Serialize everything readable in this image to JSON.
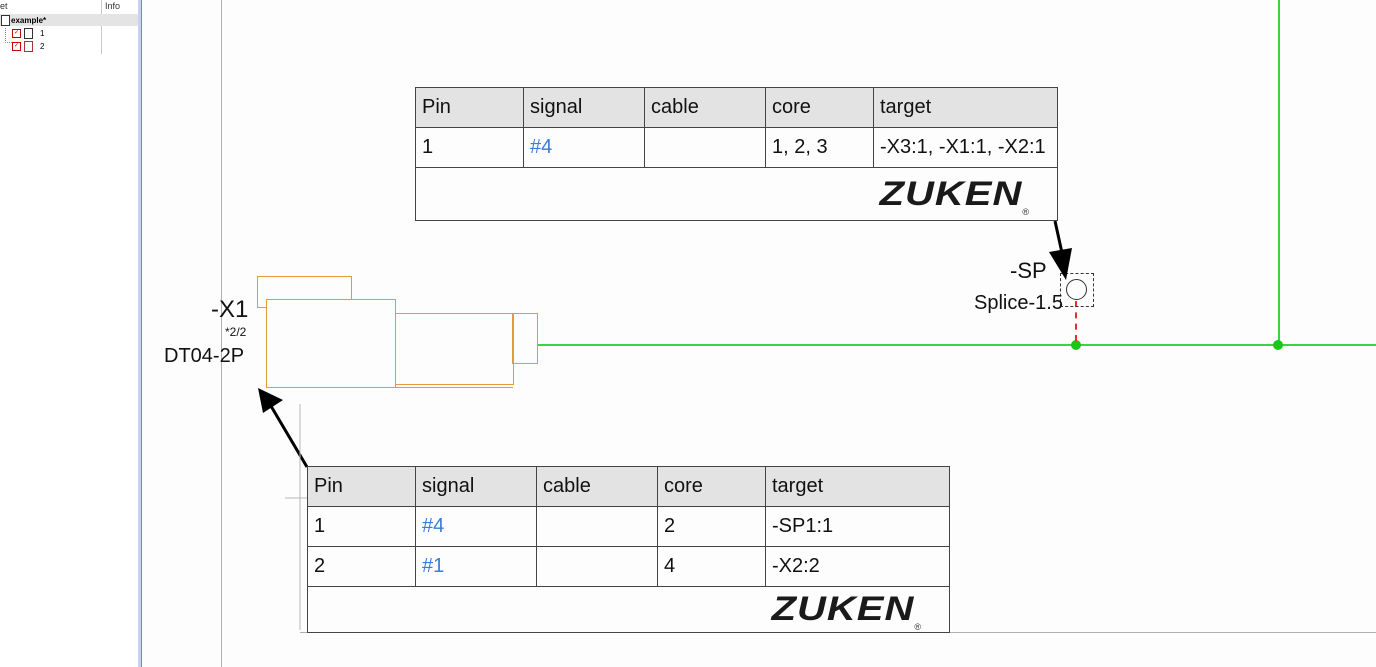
{
  "tree": {
    "col_headers": [
      "et",
      "Info colu"
    ],
    "root_label": "example*",
    "items": [
      {
        "label": "1"
      },
      {
        "label": "2"
      }
    ]
  },
  "connector_x1": {
    "name": "-X1",
    "sheet_ref": "*2/2",
    "part": "DT04-2P"
  },
  "splice": {
    "name": "-SP",
    "part": "Splice-1.5"
  },
  "table_top": {
    "headers": [
      "Pin",
      "signal",
      "cable",
      "core",
      "target"
    ],
    "rows": [
      [
        "1",
        "#4",
        "",
        "1, 2, 3",
        "-X3:1, -X1:1, -X2:1"
      ]
    ],
    "logo": "ZUKEN"
  },
  "table_bottom": {
    "headers": [
      "Pin",
      "signal",
      "cable",
      "core",
      "target"
    ],
    "rows": [
      [
        "1",
        "#4",
        "",
        "2",
        "-SP1:1"
      ],
      [
        "2",
        "#1",
        "",
        "4",
        "-X2:2"
      ]
    ],
    "logo": "ZUKEN"
  },
  "colors": {
    "wire": "#3cd43c",
    "connector": "#e39a3c",
    "signal_link": "#3a7dd8",
    "table_header": "#e3e3e3"
  }
}
